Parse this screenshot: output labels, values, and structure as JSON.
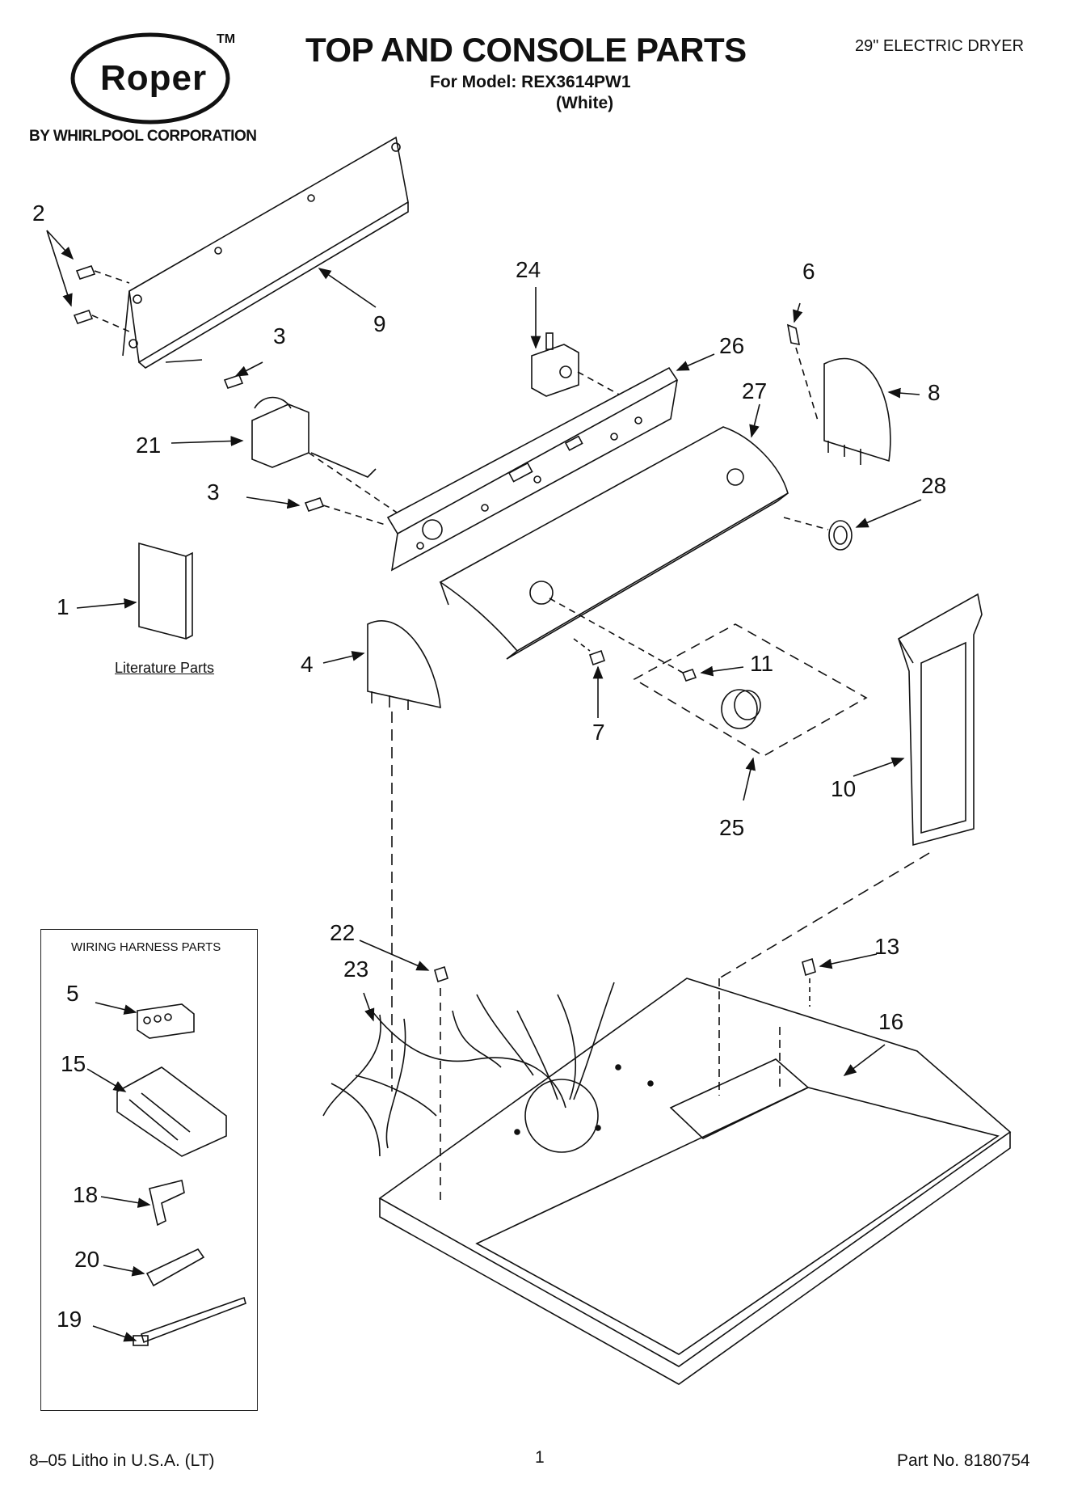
{
  "header": {
    "brand": "Roper",
    "trademark": "TM",
    "corporation": "BY WHIRLPOOL CORPORATION",
    "title": "TOP AND CONSOLE PARTS",
    "model_line": "For Model: REX3614PW1",
    "color_line": "(White)",
    "product_type": "29\" ELECTRIC DRYER"
  },
  "callouts": {
    "c1": "1",
    "c2": "2",
    "c3a": "3",
    "c3b": "3",
    "c4": "4",
    "c5": "5",
    "c6": "6",
    "c7": "7",
    "c8": "8",
    "c9": "9",
    "c10": "10",
    "c11": "11",
    "c13": "13",
    "c15": "15",
    "c16": "16",
    "c18": "18",
    "c19": "19",
    "c20": "20",
    "c21": "21",
    "c22": "22",
    "c23": "23",
    "c24": "24",
    "c25": "25",
    "c26": "26",
    "c27": "27",
    "c28": "28"
  },
  "literature_label": "Literature Parts",
  "harness_box_title": "WIRING HARNESS PARTS",
  "footer": {
    "litho": "8–05 Litho in U.S.A. (LT)",
    "page_number": "1",
    "part_number": "Part No. 8180754"
  }
}
